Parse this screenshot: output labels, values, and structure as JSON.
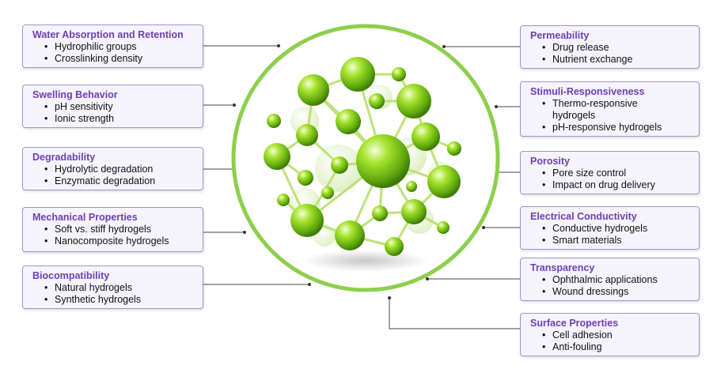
{
  "left_boxes": [
    {
      "title": "Water Absorption and Retention",
      "items": [
        "Hydrophilic groups",
        "Crosslinking density"
      ]
    },
    {
      "title": "Swelling Behavior",
      "items": [
        "pH sensitivity",
        "Ionic strength"
      ]
    },
    {
      "title": "Degradability",
      "items": [
        "Hydrolytic degradation",
        "Enzymatic degradation"
      ]
    },
    {
      "title": "Mechanical Properties",
      "items": [
        "Soft vs. stiff hydrogels",
        "Nanocomposite hydrogels"
      ]
    },
    {
      "title": "Biocompatibility",
      "items": [
        "Natural hydrogels",
        "Synthetic hydrogels"
      ]
    }
  ],
  "right_boxes": [
    {
      "title": "Permeability",
      "items": [
        "Drug release",
        "Nutrient exchange"
      ]
    },
    {
      "title": "Stimuli-Responsiveness",
      "items": [
        "Thermo-responsive hydrogels",
        "pH-responsive hydrogels"
      ]
    },
    {
      "title": "Porosity",
      "items": [
        "Pore size control",
        "Impact on drug delivery"
      ]
    },
    {
      "title": "Electrical Conductivity",
      "items": [
        "Conductive hydrogels",
        "Smart materials"
      ]
    },
    {
      "title": "Transparency",
      "items": [
        "Ophthalmic applications",
        "Wound dressings"
      ]
    },
    {
      "title": "Surface Properties",
      "items": [
        "Cell adhesion",
        "Anti-fouling"
      ]
    }
  ],
  "colors": {
    "title": "#6e3fb3",
    "box_border": "#a88fd0",
    "box_fill": "#f5f3fb",
    "ring": "#8ccf4d",
    "sphere": "#7fcf1c"
  },
  "icons": {
    "hub": "hydrogel-network-molecule"
  }
}
